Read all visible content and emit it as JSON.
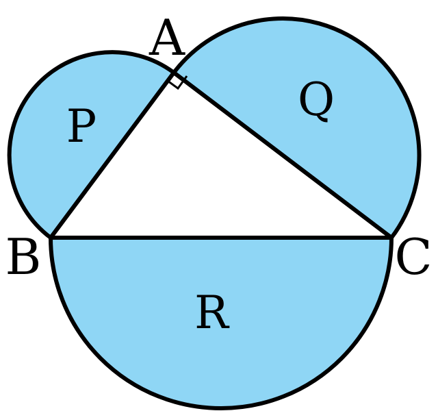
{
  "colors": {
    "fill": "#8fd6f5",
    "stroke": "#000000",
    "background": "#ffffff"
  },
  "vertices": {
    "A": "A",
    "B": "B",
    "C": "C"
  },
  "regions": {
    "P": "P",
    "Q": "Q",
    "R": "R"
  },
  "right_angle_at": "A"
}
